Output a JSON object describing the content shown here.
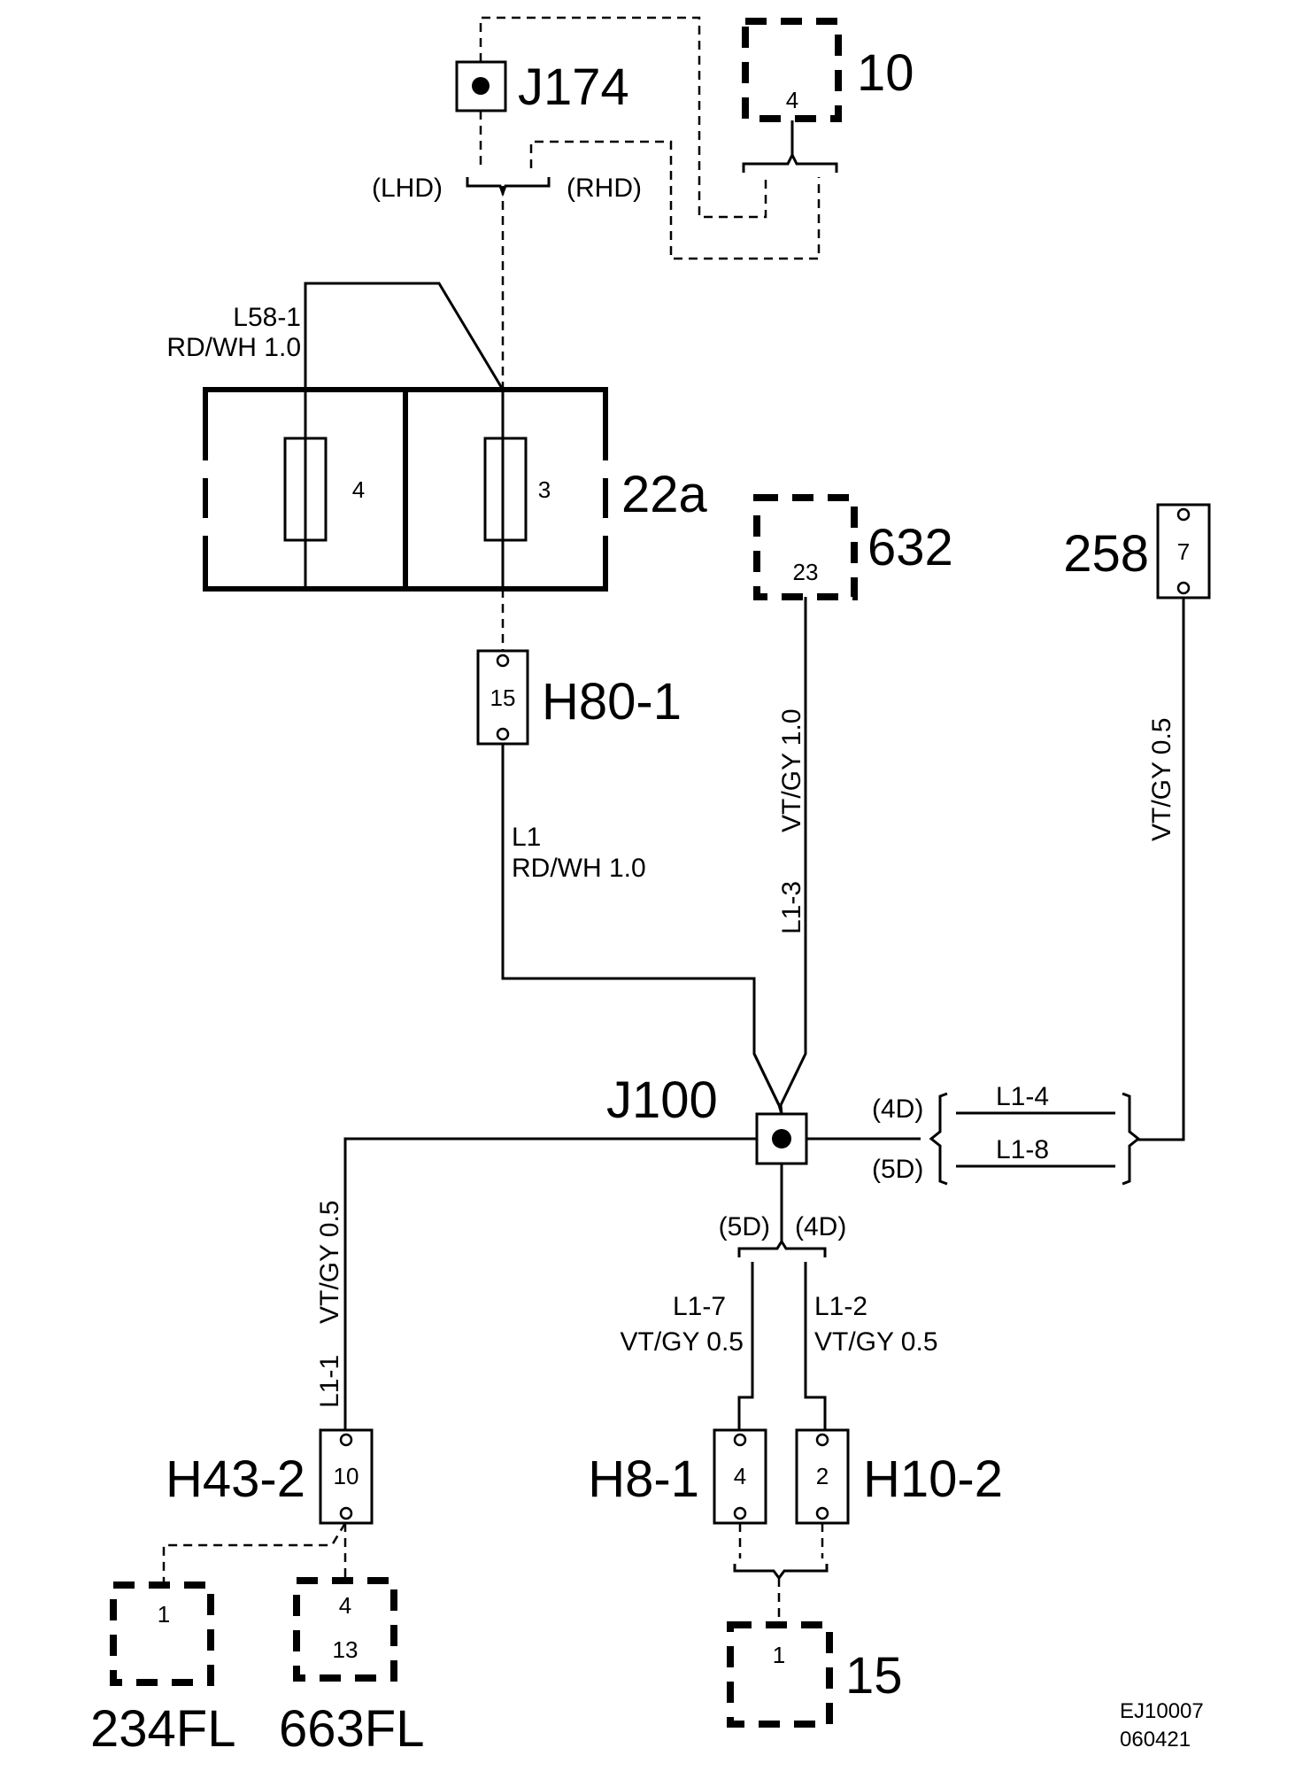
{
  "components": {
    "j174": "J174",
    "c10": "10",
    "c10_pin": "4",
    "fuse_box": "22a",
    "fuse_a": "4",
    "fuse_b": "3",
    "c632": "632",
    "c632_pin": "23",
    "c258": "258",
    "c258_pin": "7",
    "h80": "H80-1",
    "h80_pin": "15",
    "j100": "J100",
    "h43": "H43-2",
    "h43_pin": "10",
    "h8": "H8-1",
    "h8_pin": "4",
    "h10": "H10-2",
    "h10_pin": "2",
    "c234": "234FL",
    "c234_pin": "1",
    "c663": "663FL",
    "c663_pin_a": "4",
    "c663_pin_b": "13",
    "c15": "15",
    "c15_pin": "1"
  },
  "wires": {
    "lhd": "(LHD)",
    "rhd": "(RHD)",
    "l58_name": "L58-1",
    "l58_spec": "RD/WH 1.0",
    "l1_name": "L1",
    "l1_spec": "RD/WH 1.0",
    "l1_3": "L1-3",
    "l1_3_spec": "VT/GY   1.0",
    "l258_spec": "VT/GY  0.5",
    "l1_1": "L1-1",
    "l1_1_spec": "VT/GY  0.5",
    "l1_4": "L1-4",
    "l1_8": "L1-8",
    "v4d_a": "(4D)",
    "v5d_a": "(5D)",
    "v5d_b": "(5D)",
    "v4d_b": "(4D)",
    "l1_7": "L1-7",
    "l1_7_spec": "VT/GY 0.5",
    "l1_2": "L1-2",
    "l1_2_spec": "VT/GY 0.5"
  },
  "footer": {
    "code": "EJ10007",
    "date": "060421"
  }
}
